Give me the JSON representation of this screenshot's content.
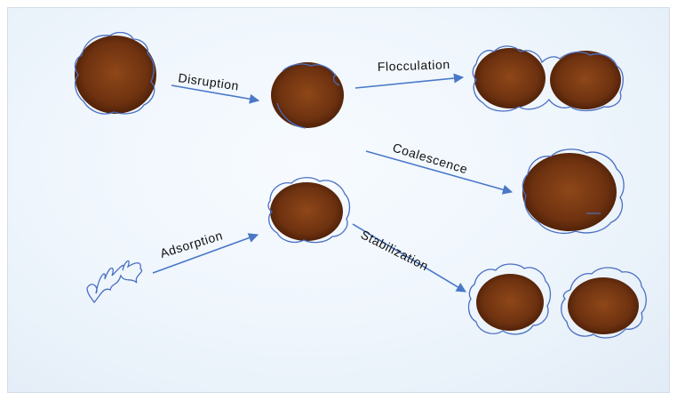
{
  "diagram": {
    "labels": {
      "disruption": "Disruption",
      "flocculation": "Flocculation",
      "coalescence": "Coalescence",
      "adsorption": "Adsorption",
      "stabilization": "Stabilization"
    },
    "colors": {
      "droplet_center": "#8a4318",
      "droplet_edge": "#4a1e08",
      "polymer_line": "#4a6fc2",
      "arrow": "#4a78c8",
      "background": "#eef5fc"
    }
  }
}
